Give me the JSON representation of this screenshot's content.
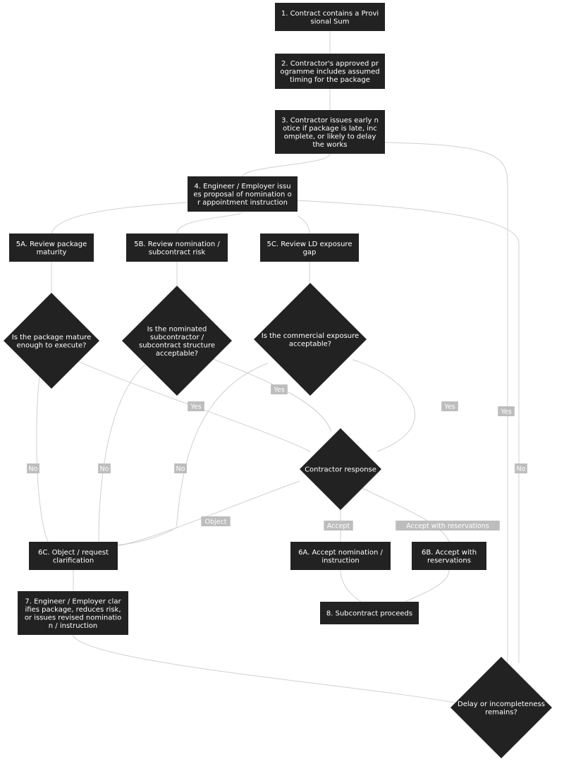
{
  "nodes": {
    "n1": {
      "shape": "rect",
      "lines": [
        "1. Contract contains a Provi",
        "sional Sum"
      ]
    },
    "n2": {
      "shape": "rect",
      "lines": [
        "2. Contractor's approved pr",
        "ogramme includes assumed",
        "timing for the package"
      ]
    },
    "n3": {
      "shape": "rect",
      "lines": [
        "3. Contractor issues early n",
        "otice if package is late, inc",
        "omplete, or likely to delay",
        "the works"
      ]
    },
    "n4": {
      "shape": "rect",
      "lines": [
        "4. Engineer / Employer issu",
        "es proposal of nomination o",
        "r appointment instruction"
      ]
    },
    "n5a": {
      "shape": "rect",
      "lines": [
        "5A. Review package",
        "maturity"
      ]
    },
    "n5b": {
      "shape": "rect",
      "lines": [
        "5B. Review nomination /",
        "subcontract risk"
      ]
    },
    "n5c": {
      "shape": "rect",
      "lines": [
        "5C. Review LD exposure",
        "gap"
      ]
    },
    "d1": {
      "shape": "diamond",
      "lines": [
        "Is the package mature",
        "enough to execute?"
      ]
    },
    "d2": {
      "shape": "diamond",
      "lines": [
        "Is the nominated",
        "subcontractor /",
        "subcontract structure",
        "acceptable?"
      ]
    },
    "d3": {
      "shape": "diamond",
      "lines": [
        "Is the commercial exposure",
        "acceptable?"
      ]
    },
    "cr": {
      "shape": "diamond",
      "lines": [
        "Contractor response"
      ]
    },
    "n6c": {
      "shape": "rect",
      "lines": [
        "6C. Object / request",
        "clarification"
      ]
    },
    "n6a": {
      "shape": "rect",
      "lines": [
        "6A. Accept nomination /",
        "instruction"
      ]
    },
    "n6b": {
      "shape": "rect",
      "lines": [
        "6B. Accept with",
        "reservations"
      ]
    },
    "n7": {
      "shape": "rect",
      "lines": [
        "7. Engineer / Employer clar",
        "ifies package, reduces risk,",
        "or issues revised nominatio",
        "n / instruction"
      ]
    },
    "n8": {
      "shape": "rect",
      "lines": [
        "8. Subcontract proceeds"
      ]
    },
    "d4": {
      "shape": "diamond",
      "lines": [
        "Delay or incompleteness",
        "remains?"
      ]
    }
  },
  "edge_labels": {
    "d1_yes": "Yes",
    "d1_no": "No",
    "d2_yes": "Yes",
    "d2_no": "No",
    "d3_yes": "Yes",
    "d3_no": "No",
    "cr_object": "Object",
    "cr_accept": "Accept",
    "cr_reservations": "Accept with reservations",
    "d4_yes": "Yes",
    "d4_no": "No"
  }
}
